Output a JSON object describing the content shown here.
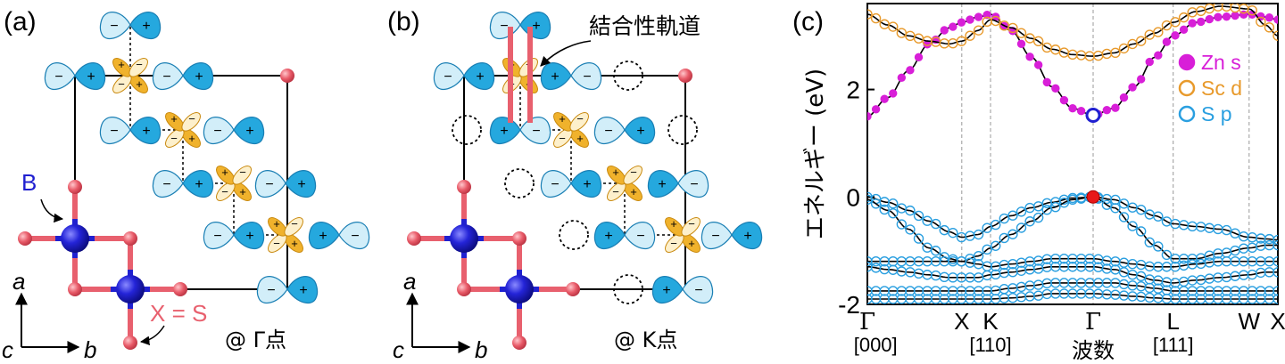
{
  "panels": {
    "a": {
      "label": "(a)",
      "b_site": "B",
      "x_site": "X = S",
      "point_label": "@ Γ点",
      "axis_a": "a",
      "axis_b": "b",
      "axis_c": "c"
    },
    "b": {
      "label": "(b)",
      "callout": "結合性軌道",
      "point_label": "@ K点",
      "axis_a": "a",
      "axis_b": "b",
      "axis_c": "c"
    },
    "c": {
      "label": "(c)",
      "kpath": [
        "Γ",
        "X",
        "K",
        "Γ",
        "L",
        "W",
        "X"
      ],
      "kpath_dirs": [
        "[000]",
        "[110]",
        "[111]"
      ],
      "legend": [
        {
          "name": "Zn s",
          "color": "#d81fd8",
          "marker": "filled"
        },
        {
          "name": "Sc d",
          "color": "#e89a2c",
          "marker": "open"
        },
        {
          "name": "S p",
          "color": "#2a9fe0",
          "marker": "open"
        }
      ]
    }
  },
  "signs": {
    "plus": "+",
    "minus": "−"
  },
  "colors": {
    "b_atom": "#1f1fd0",
    "x_atom": "#e8606e",
    "p_lobe_dark": "#25a8de",
    "p_lobe_light": "#d2eef9",
    "d_lobe": "#f0b22c",
    "bond": "#e8606e",
    "cbm": "#ffffff",
    "vbm": "#e81818"
  },
  "chart_data": {
    "type": "line",
    "title": "",
    "xlabel": "波数",
    "ylabel": "エネルギー (eV)",
    "ylim": [
      -2,
      3.6
    ],
    "yticks": [
      -2,
      0,
      2
    ],
    "xticks": [
      "Γ",
      "X",
      "K",
      "Γ",
      "L",
      "W",
      "X"
    ],
    "xtick_positions": [
      0,
      0.23,
      0.3,
      0.55,
      0.745,
      0.93,
      1.0
    ],
    "grid": "vertical dashed at high-symmetry points",
    "legend_position": "top-right",
    "series": [
      {
        "name": "Zn s",
        "x": [
          0,
          0.05,
          0.1,
          0.15,
          0.2,
          0.23,
          0.27,
          0.3,
          0.35,
          0.4,
          0.45,
          0.5,
          0.55,
          0.6,
          0.65,
          0.7,
          0.745,
          0.8,
          0.86,
          0.93,
          0.97,
          1.0
        ],
        "y": [
          1.5,
          1.85,
          2.35,
          2.85,
          3.15,
          3.25,
          3.35,
          3.4,
          3.1,
          2.6,
          2.05,
          1.65,
          1.52,
          1.65,
          2.05,
          2.6,
          3.0,
          3.25,
          3.35,
          3.4,
          3.35,
          3.3
        ]
      },
      {
        "name": "Sc d",
        "x": [
          0,
          0.05,
          0.1,
          0.15,
          0.2,
          0.23,
          0.27,
          0.3,
          0.35,
          0.4,
          0.45,
          0.5,
          0.55,
          0.6,
          0.65,
          0.7,
          0.745,
          0.8,
          0.86,
          0.93,
          0.97,
          1.0
        ],
        "y": [
          3.4,
          3.2,
          3.0,
          2.9,
          2.85,
          2.9,
          3.1,
          3.3,
          3.15,
          2.95,
          2.75,
          2.65,
          2.62,
          2.68,
          2.85,
          3.05,
          3.25,
          3.45,
          3.55,
          3.5,
          3.2,
          3.0
        ]
      },
      {
        "name": "S p",
        "x": [
          0,
          0.05,
          0.1,
          0.15,
          0.2,
          0.23,
          0.27,
          0.3,
          0.35,
          0.4,
          0.45,
          0.5,
          0.55,
          0.6,
          0.65,
          0.7,
          0.745,
          0.8,
          0.86,
          0.93,
          0.97,
          1.0
        ],
        "y": [
          0.0,
          -0.1,
          -0.25,
          -0.45,
          -0.65,
          -0.75,
          -0.7,
          -0.55,
          -0.35,
          -0.2,
          -0.1,
          -0.02,
          0.0,
          -0.05,
          -0.2,
          -0.35,
          -0.5,
          -0.55,
          -0.6,
          -0.75,
          -0.78,
          -0.8
        ]
      },
      {
        "name": "S p",
        "x": [
          0,
          0.05,
          0.1,
          0.15,
          0.2,
          0.23,
          0.27,
          0.3,
          0.35,
          0.4,
          0.45,
          0.5,
          0.55,
          0.6,
          0.65,
          0.7,
          0.745,
          0.8,
          0.86,
          0.93,
          0.97,
          1.0
        ],
        "y": [
          -0.05,
          -0.25,
          -0.6,
          -0.95,
          -1.15,
          -1.2,
          -1.1,
          -0.95,
          -0.7,
          -0.45,
          -0.2,
          -0.05,
          0.0,
          -0.2,
          -0.55,
          -0.9,
          -1.15,
          -1.15,
          -1.05,
          -0.95,
          -0.9,
          -0.9
        ]
      },
      {
        "name": "S p",
        "x": [
          0,
          0.05,
          0.1,
          0.15,
          0.2,
          0.23,
          0.27,
          0.3,
          0.35,
          0.4,
          0.45,
          0.5,
          0.55,
          0.6,
          0.65,
          0.7,
          0.745,
          0.8,
          0.86,
          0.93,
          0.97,
          1.0
        ],
        "y": [
          -1.2,
          -1.2,
          -1.2,
          -1.2,
          -1.2,
          -1.2,
          -1.25,
          -1.3,
          -1.25,
          -1.2,
          -1.15,
          -1.15,
          -1.15,
          -1.2,
          -1.25,
          -1.3,
          -1.3,
          -1.25,
          -1.2,
          -1.2,
          -1.2,
          -1.2
        ]
      },
      {
        "name": "S p",
        "x": [
          0,
          0.05,
          0.1,
          0.15,
          0.2,
          0.23,
          0.27,
          0.3,
          0.35,
          0.4,
          0.45,
          0.5,
          0.55,
          0.6,
          0.65,
          0.7,
          0.745,
          0.8,
          0.86,
          0.93,
          0.97,
          1.0
        ],
        "y": [
          -1.3,
          -1.35,
          -1.4,
          -1.45,
          -1.5,
          -1.5,
          -1.5,
          -1.45,
          -1.4,
          -1.35,
          -1.3,
          -1.3,
          -1.3,
          -1.35,
          -1.45,
          -1.55,
          -1.6,
          -1.55,
          -1.5,
          -1.45,
          -1.4,
          -1.4
        ]
      },
      {
        "name": "S p",
        "x": [
          0,
          0.05,
          0.1,
          0.15,
          0.2,
          0.23,
          0.27,
          0.3,
          0.35,
          0.4,
          0.45,
          0.5,
          0.55,
          0.6,
          0.65,
          0.7,
          0.745,
          0.8,
          0.86,
          0.93,
          0.97,
          1.0
        ],
        "y": [
          -1.75,
          -1.75,
          -1.75,
          -1.75,
          -1.75,
          -1.75,
          -1.75,
          -1.75,
          -1.7,
          -1.65,
          -1.6,
          -1.6,
          -1.6,
          -1.6,
          -1.65,
          -1.7,
          -1.75,
          -1.75,
          -1.75,
          -1.75,
          -1.75,
          -1.75
        ]
      },
      {
        "name": "S p",
        "x": [
          0,
          0.05,
          0.1,
          0.15,
          0.2,
          0.23,
          0.27,
          0.3,
          0.35,
          0.4,
          0.45,
          0.5,
          0.55,
          0.6,
          0.65,
          0.7,
          0.745,
          0.8,
          0.86,
          0.93,
          0.97,
          1.0
        ],
        "y": [
          -1.9,
          -1.9,
          -1.9,
          -1.9,
          -1.9,
          -1.9,
          -1.9,
          -1.9,
          -1.88,
          -1.85,
          -1.8,
          -1.8,
          -1.8,
          -1.82,
          -1.85,
          -1.88,
          -1.9,
          -1.9,
          -1.9,
          -1.9,
          -1.9,
          -1.9
        ]
      }
    ],
    "markers": [
      {
        "name": "CBM",
        "x": 0.55,
        "y": 1.52,
        "style": "open-blue"
      },
      {
        "name": "VBM",
        "x": 0.55,
        "y": 0.0,
        "style": "filled-red"
      }
    ]
  }
}
